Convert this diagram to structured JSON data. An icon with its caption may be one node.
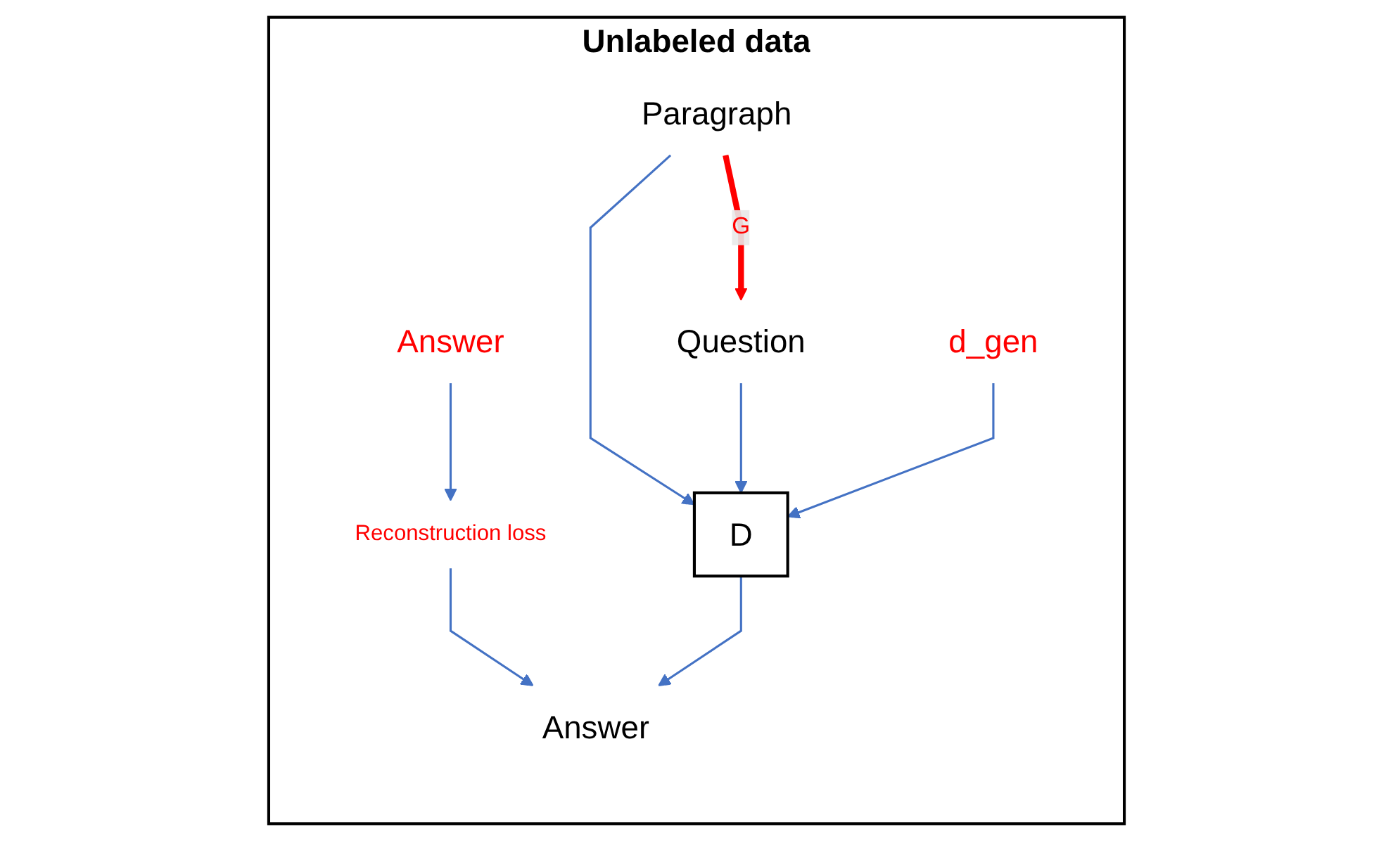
{
  "diagram": {
    "nodes": [
      {
        "text": [
          "Unlabeled data"
        ]
      },
      {
        "text": [
          "Answer"
        ],
        "in": 0
      },
      {
        "text": [
          "Reconstruction loss"
        ],
        "in": 0
      },
      {
        "text": [
          "D"
        ],
        "in": 0
      },
      {
        "text": [
          "Paragraph"
        ],
        "in": 0
      },
      {
        "text": [
          "Answer"
        ],
        "in": 0
      },
      {
        "text": [
          "Question"
        ],
        "in": 0
      },
      {
        "text": [
          "d_gen"
        ],
        "in": 0
      }
    ],
    "edges": [
      {
        "from": 4,
        "to": 3,
        "arrow": "to"
      },
      {
        "from": 6,
        "to": 3,
        "arrow": "to"
      },
      {
        "from": 7,
        "to": 3,
        "arrow": "to"
      },
      {
        "from": 5,
        "to": 2,
        "arrow": "to"
      },
      {
        "from": 2,
        "to": 1,
        "arrow": "to"
      },
      {
        "from": 3,
        "to": 1,
        "arrow": "to"
      },
      {
        "from": 4,
        "to": 6,
        "arrow": "to",
        "label": "G",
        "style": "thick",
        "color": "#ff0000"
      }
    ]
  }
}
